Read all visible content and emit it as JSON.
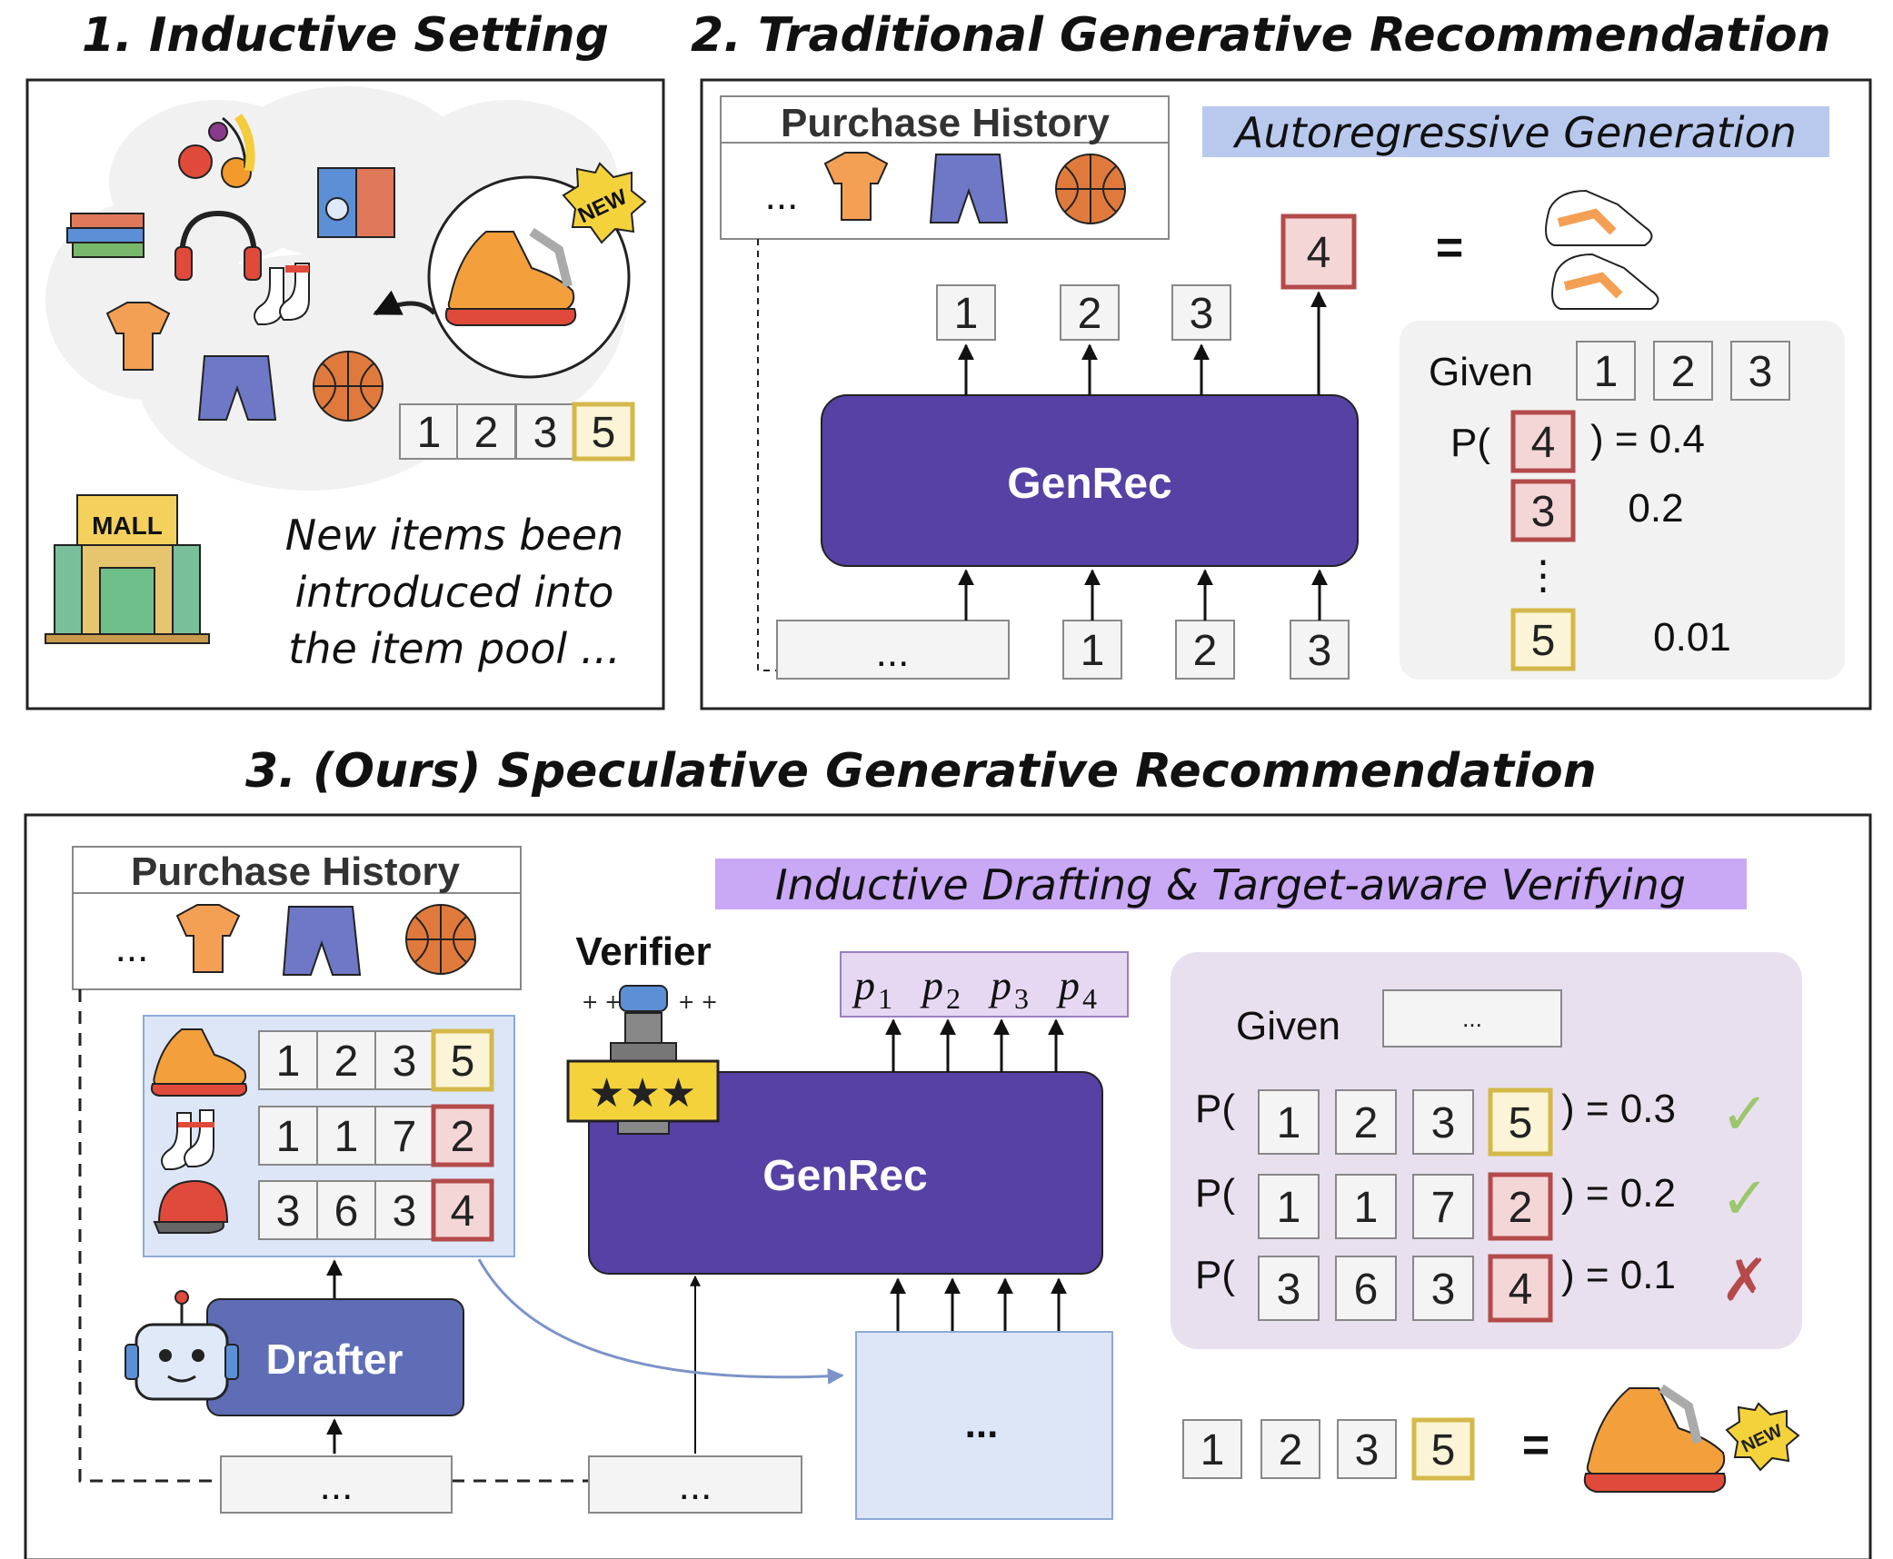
{
  "panel1": {
    "title": "1. Inductive Setting",
    "tokens": [
      "1",
      "2",
      "3",
      "5"
    ],
    "mall_sign": "MALL",
    "new_badge": "NEW",
    "caption_lines": [
      "New items been",
      "introduced into",
      "the item pool ..."
    ]
  },
  "panel2": {
    "title": "2. Traditional Generative Recommendation",
    "history_header": "Purchase History",
    "history_dots": "...",
    "banner": "Autoregressive Generation",
    "model_label": "GenRec",
    "out_tokens": [
      "1",
      "2",
      "3"
    ],
    "out_next": "4",
    "in_dots": "...",
    "in_tokens": [
      "1",
      "2",
      "3"
    ],
    "equals": "=",
    "given_label": "Given",
    "given_tokens": [
      "1",
      "2",
      "3"
    ],
    "prob_prefix": "P(",
    "prob_rows": [
      {
        "token": "4",
        "value": ") = 0.4"
      },
      {
        "token": "3",
        "value": "0.2"
      },
      {
        "token": "5",
        "value": "0.01"
      }
    ],
    "vdots": "⋮"
  },
  "panel3": {
    "title": "3. (Ours) Speculative Generative Recommendation",
    "history_header": "Purchase History",
    "history_dots": "...",
    "banner": "Inductive Drafting & Target-aware Verifying",
    "verifier_label": "Verifier",
    "drafter_label": "Drafter",
    "model_label": "GenRec",
    "draft_rows": [
      [
        "1",
        "2",
        "3",
        "5"
      ],
      [
        "1",
        "1",
        "7",
        "2"
      ],
      [
        "3",
        "6",
        "3",
        "4"
      ]
    ],
    "p_labels": [
      "p",
      "p",
      "p",
      "p"
    ],
    "p_subs": [
      "1",
      "2",
      "3",
      "4"
    ],
    "drafter_in_dots": "...",
    "genrec_in_dots": "...",
    "draft_in_dots": "...",
    "given_label": "Given",
    "given_dots": "...",
    "prob_prefix": "P(",
    "verify_rows": [
      {
        "tokens": [
          "1",
          "2",
          "3",
          "5"
        ],
        "value": ") = 0.3",
        "mark": "✓"
      },
      {
        "tokens": [
          "1",
          "1",
          "7",
          "2"
        ],
        "value": ") = 0.2",
        "mark": "✓"
      },
      {
        "tokens": [
          "3",
          "6",
          "3",
          "4"
        ],
        "value": ") = 0.1",
        "mark": "✗"
      }
    ],
    "final_tokens": [
      "1",
      "2",
      "3",
      "5"
    ],
    "equals": "=",
    "new_badge": "NEW"
  },
  "colors": {
    "genrec": "#5641a5",
    "drafter": "#5e6db5",
    "new_token_border": "#d4b94a",
    "new_token_fill": "#fcf4d6",
    "red_token_border": "#b44a4a",
    "red_token_fill": "#f5d6d6",
    "banner_blue": "#b9c9ee",
    "banner_purple": "#c9a8f5",
    "check": "#9cc76d",
    "cross": "#b44a4a"
  }
}
